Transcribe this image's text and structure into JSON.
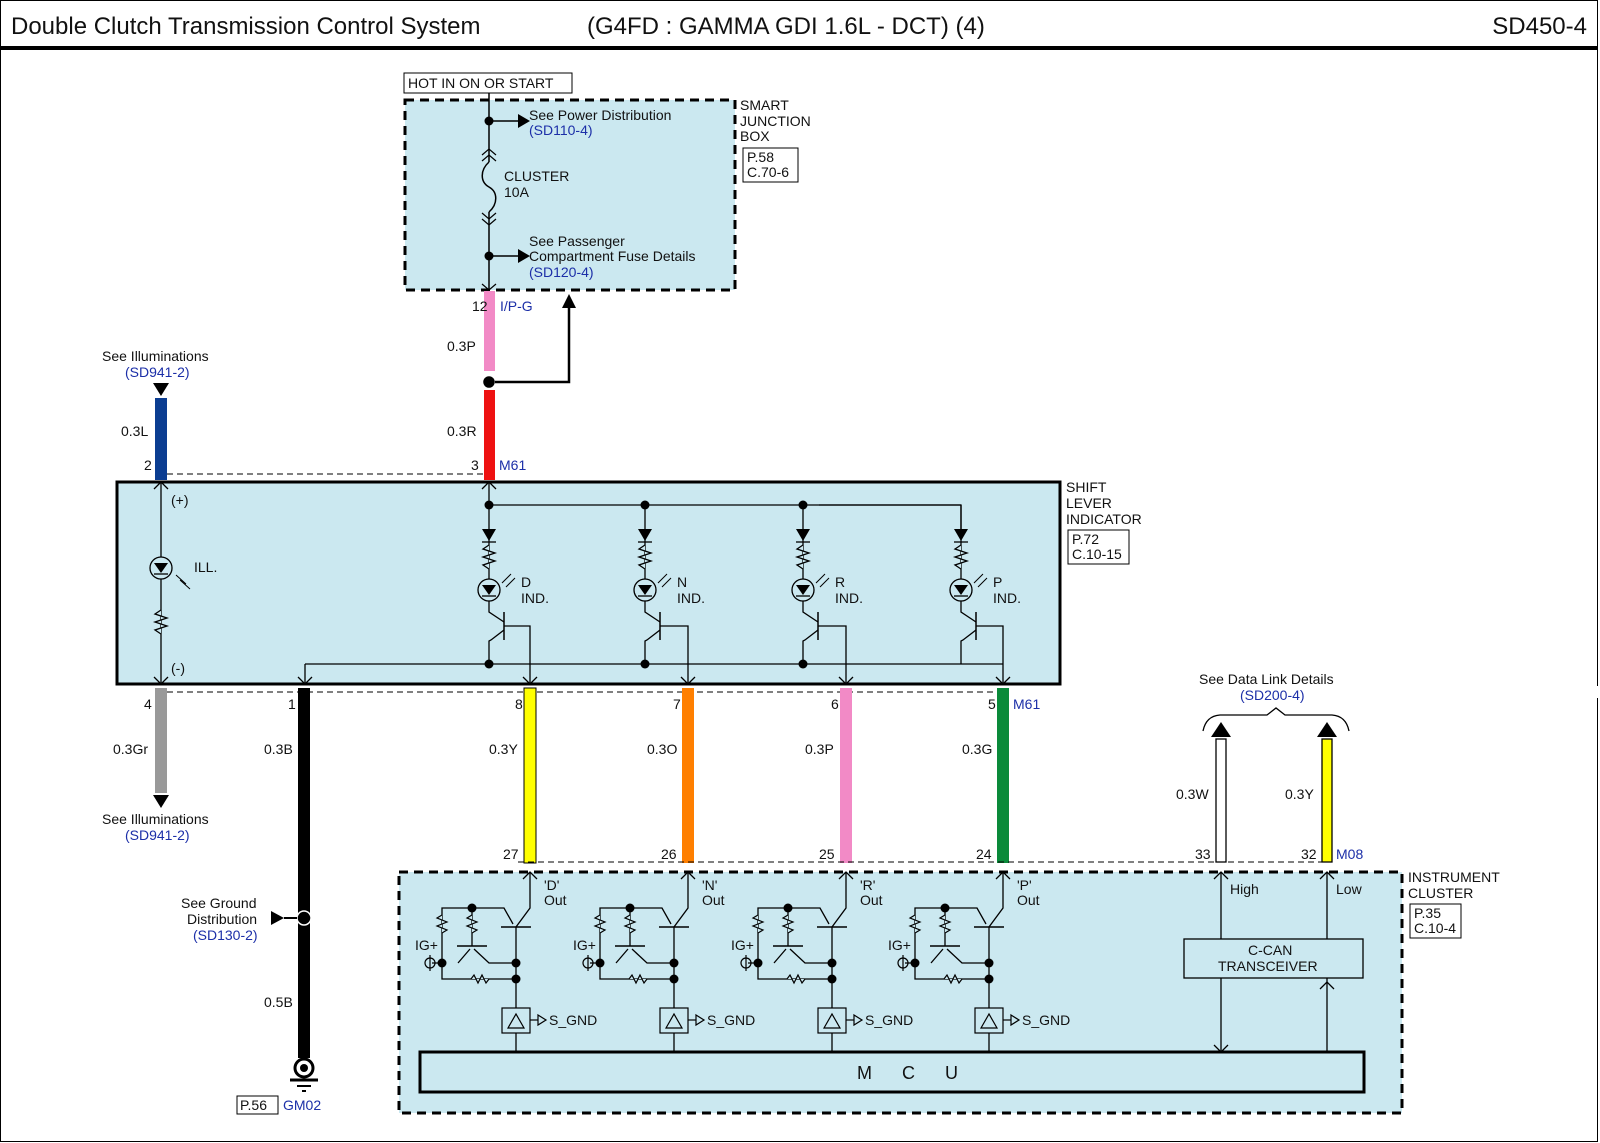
{
  "header": {
    "title": "Double Clutch Transmission Control System",
    "subtitle": "(G4FD : GAMMA GDI 1.6L - DCT)  (4)",
    "page_code": "SD450-4"
  },
  "colors": {
    "component_fill": "#cbe8f0",
    "ref_text": "#1c2fa8",
    "wire_blue": "#0b3d91",
    "wire_pink": "#f28ac6",
    "wire_red": "#ee1111",
    "wire_gray": "#999999",
    "wire_black": "#000000",
    "wire_yellow": "#ffff00",
    "wire_orange": "#ff7f00",
    "wire_green": "#0a8a3a",
    "wire_white": "#ffffff"
  },
  "power": {
    "label": "HOT IN ON OR START"
  },
  "smart_junction_box": {
    "name_lines": [
      "SMART",
      "JUNCTION",
      "BOX"
    ],
    "ref_lines": [
      "P.58",
      "C.70-6"
    ],
    "power_dist": {
      "text": "See Power Distribution",
      "ref": "(SD110-4)"
    },
    "fuse": {
      "name": "CLUSTER",
      "rating": "10A"
    },
    "fuse_details": {
      "line1": "See Passenger",
      "line2": "Compartment Fuse Details",
      "ref": "(SD120-4)"
    },
    "pin": "12",
    "connector": "I/P-G"
  },
  "shift_lever_indicator": {
    "name_lines": [
      "SHIFT",
      "LEVER",
      "INDICATOR"
    ],
    "ref_lines": [
      "P.72",
      "C.10-15"
    ],
    "connector": "M61",
    "plus": "(+)",
    "minus": "(-)",
    "ill_label": "ILL.",
    "indicators": [
      {
        "letter": "D",
        "label": "IND."
      },
      {
        "letter": "N",
        "label": "IND."
      },
      {
        "letter": "R",
        "label": "IND."
      },
      {
        "letter": "P",
        "label": "IND."
      }
    ]
  },
  "illum_top": {
    "text": "See Illuminations",
    "ref": "(SD941-2)"
  },
  "illum_bottom": {
    "text": "See Illuminations",
    "ref": "(SD941-2)"
  },
  "wires": {
    "w_illum_in": {
      "pin": "2",
      "spec": "0.3L"
    },
    "w_ipg": {
      "spec": "0.3P"
    },
    "w_m61_3": {
      "pin": "3",
      "spec": "0.3R"
    },
    "w_illum_out": {
      "pin": "4",
      "spec": "0.3Gr"
    },
    "w_gnd": {
      "pin": "1",
      "spec": "0.3B"
    },
    "w_gnd2": {
      "spec": "0.5B"
    },
    "w_d": {
      "pin_top": "8",
      "pin_bottom": "27",
      "spec": "0.3Y"
    },
    "w_n": {
      "pin_top": "7",
      "pin_bottom": "26",
      "spec": "0.3O"
    },
    "w_r": {
      "pin_top": "6",
      "pin_bottom": "25",
      "spec": "0.3P"
    },
    "w_p": {
      "pin_top": "5",
      "pin_bottom": "24",
      "spec": "0.3G"
    },
    "w_can_high": {
      "pin": "33",
      "spec": "0.3W"
    },
    "w_can_low": {
      "pin": "32",
      "spec": "0.3Y"
    }
  },
  "m61_bottom": "M61",
  "ground": {
    "text_lines": [
      "See Ground",
      "Distribution"
    ],
    "ref": "(SD130-2)",
    "page": "P.56",
    "id": "GM02"
  },
  "data_link": {
    "text": "See Data Link Details",
    "ref": "(SD200-4)"
  },
  "instrument_cluster": {
    "name_lines": [
      "INSTRUMENT",
      "CLUSTER"
    ],
    "ref_lines": [
      "P.35",
      "C.10-4"
    ],
    "connector": "M08",
    "outputs": [
      {
        "quote": "'D'",
        "out": "Out"
      },
      {
        "quote": "'N'",
        "out": "Out"
      },
      {
        "quote": "'R'",
        "out": "Out"
      },
      {
        "quote": "'P'",
        "out": "Out"
      }
    ],
    "ig_label": "IG+",
    "sgnd_label": "S_GND",
    "high": "High",
    "low": "Low",
    "can_line1": "C-CAN",
    "can_line2": "TRANSCEIVER",
    "mcu": "MCU"
  }
}
